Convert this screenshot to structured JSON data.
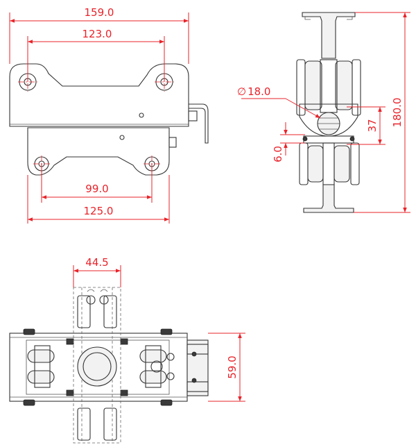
{
  "dimensions": {
    "front_overall_width": "159.0",
    "front_upper_holes": "123.0",
    "front_lower_holes": "99.0",
    "front_lower_width": "125.0",
    "side_height": "180.0",
    "side_diameter": "18.0",
    "side_offset_37": "37",
    "side_offset_6": "6.0",
    "top_width": "44.5",
    "top_depth": "59.0"
  },
  "symbols": {
    "diameter": "∅"
  },
  "colors": {
    "dimension": "#e8232a",
    "outline": "#333333"
  }
}
